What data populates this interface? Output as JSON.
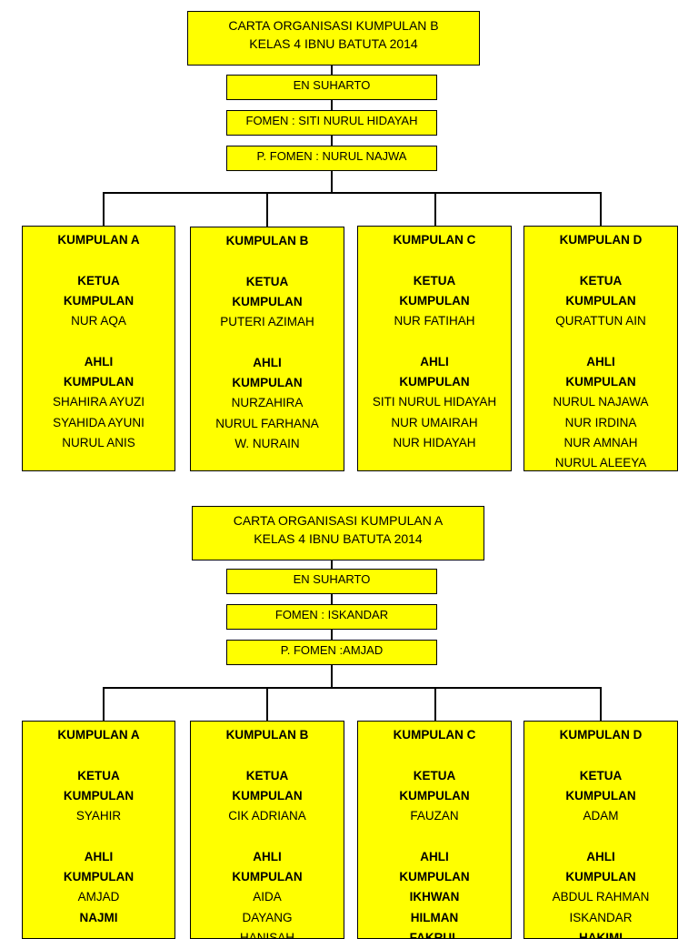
{
  "charts": [
    {
      "title_line1": "CARTA ORGANISASI KUMPULAN B",
      "title_line2": "KELAS 4 IBNU BATUTA  2014",
      "teacher": "EN SUHARTO",
      "foreman": "FOMEN : SITI NURUL HIDAYAH",
      "assistant_foreman": "P. FOMEN : NURUL NAJWA",
      "groups": [
        {
          "name": "KUMPULAN A",
          "leader_heading_1": "KETUA",
          "leader_heading_2": "KUMPULAN",
          "leader": "NUR AQA",
          "members_heading_1": "AHLI",
          "members_heading_2": "KUMPULAN",
          "members": [
            "SHAHIRA AYUZI",
            "SYAHIDA AYUNI",
            "NURUL ANIS"
          ]
        },
        {
          "name": "KUMPULAN B",
          "leader_heading_1": "KETUA",
          "leader_heading_2": "KUMPULAN",
          "leader": "PUTERI AZIMAH",
          "members_heading_1": "AHLI",
          "members_heading_2": "KUMPULAN",
          "members": [
            "NURZAHIRA",
            "NURUL FARHANA",
            "W. NURAIN"
          ]
        },
        {
          "name": "KUMPULAN C",
          "leader_heading_1": "KETUA",
          "leader_heading_2": "KUMPULAN",
          "leader": "NUR FATIHAH",
          "members_heading_1": "AHLI",
          "members_heading_2": "KUMPULAN",
          "members": [
            "SITI NURUL HIDAYAH",
            "NUR UMAIRAH",
            "NUR HIDAYAH"
          ]
        },
        {
          "name": "KUMPULAN D",
          "leader_heading_1": "KETUA",
          "leader_heading_2": "KUMPULAN",
          "leader": "QURATTUN AIN",
          "members_heading_1": "AHLI",
          "members_heading_2": "KUMPULAN",
          "members": [
            "NURUL NAJAWA",
            "NUR IRDINA",
            "NUR AMNAH",
            "NURUL ALEEYA"
          ]
        }
      ]
    },
    {
      "title_line1": "CARTA ORGANISASI KUMPULAN A",
      "title_line2": "KELAS 4 IBNU BATUTA  2014",
      "teacher": "EN SUHARTO",
      "foreman": "FOMEN : ISKANDAR",
      "assistant_foreman": "P. FOMEN :AMJAD",
      "groups": [
        {
          "name": "KUMPULAN A",
          "leader_heading_1": "KETUA",
          "leader_heading_2": "KUMPULAN",
          "leader": "SYAHIR",
          "members_heading_1": "AHLI",
          "members_heading_2": "KUMPULAN",
          "members": [
            "AMJAD",
            "NAJMI"
          ]
        },
        {
          "name": "KUMPULAN B",
          "leader_heading_1": "KETUA",
          "leader_heading_2": "KUMPULAN",
          "leader": "CIK ADRIANA",
          "members_heading_1": "AHLI",
          "members_heading_2": "KUMPULAN",
          "members": [
            "AIDA",
            "DAYANG",
            "HANISAH"
          ]
        },
        {
          "name": "KUMPULAN C",
          "leader_heading_1": "KETUA",
          "leader_heading_2": "KUMPULAN",
          "leader": "FAUZAN",
          "members_heading_1": "AHLI",
          "members_heading_2": "KUMPULAN",
          "members": [
            "IKHWAN",
            "HILMAN",
            "FAKRUL"
          ]
        },
        {
          "name": "KUMPULAN D",
          "leader_heading_1": "KETUA",
          "leader_heading_2": "KUMPULAN",
          "leader": "ADAM",
          "members_heading_1": "AHLI",
          "members_heading_2": "KUMPULAN",
          "members": [
            "ABDUL RAHMAN",
            "ISKANDAR",
            "HAKIMI"
          ]
        }
      ]
    }
  ]
}
